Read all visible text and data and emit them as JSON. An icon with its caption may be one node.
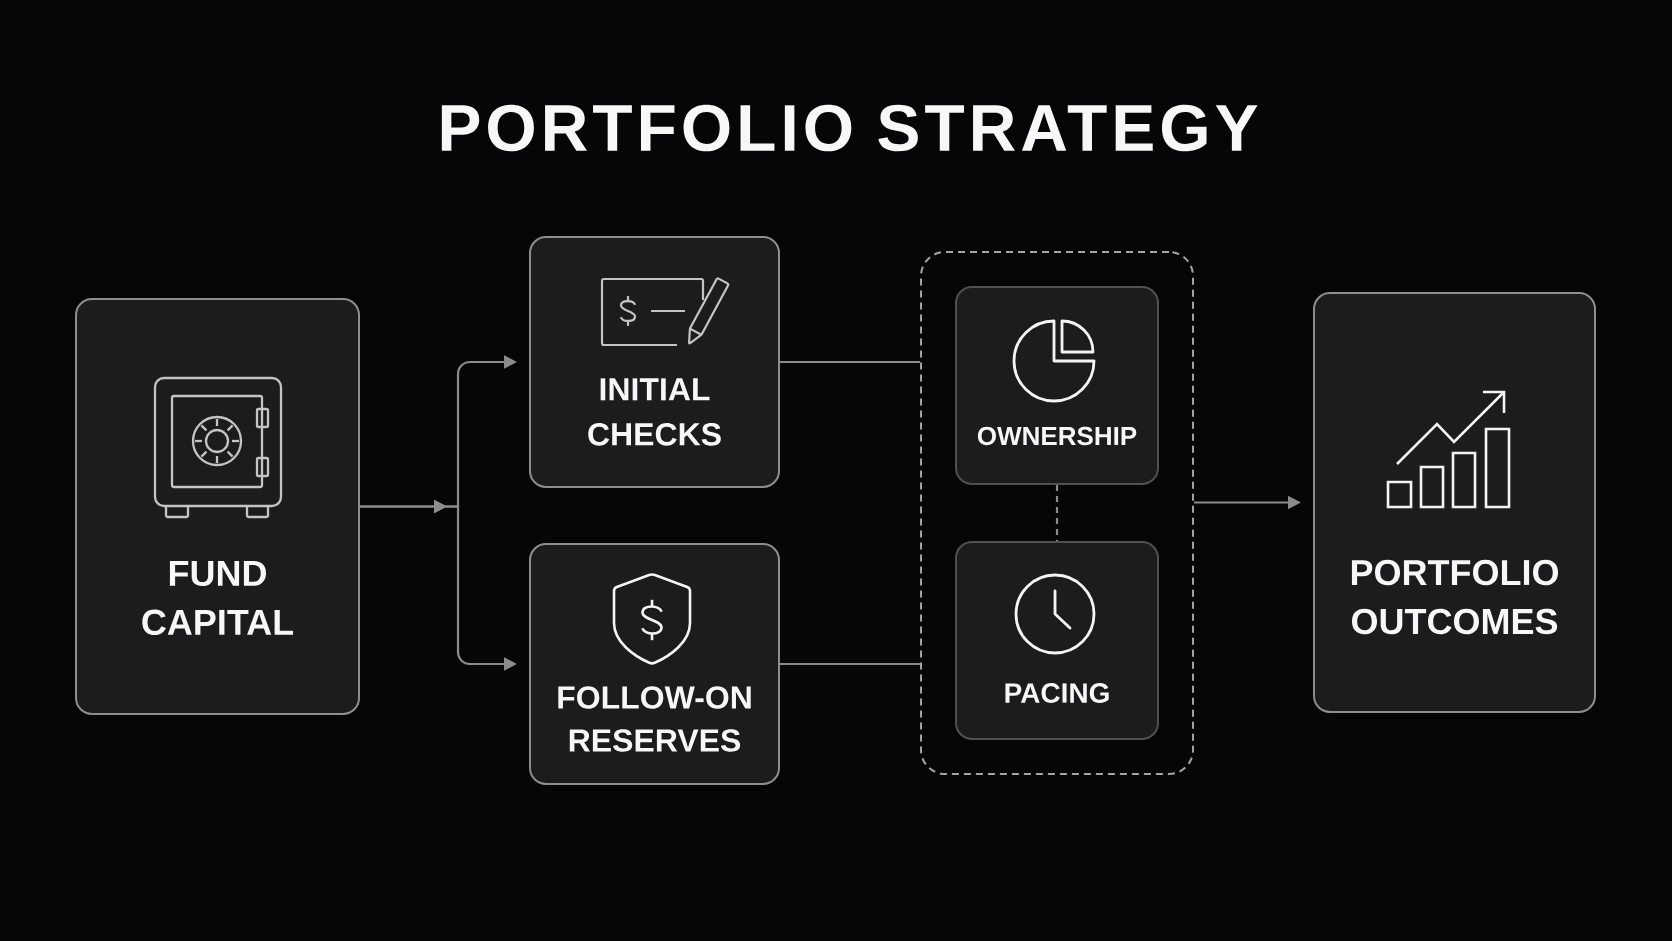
{
  "diagram": {
    "title": "PORTFOLIO STRATEGY",
    "nodes": [
      {
        "text": [
          "FUND CAPITAL"
        ]
      },
      {
        "text": [
          "INITIAL CHECKS"
        ]
      },
      {
        "text": [
          "FOLLOW-ON RESERVES"
        ]
      },
      {
        "text": [],
        "shape": "box"
      },
      {
        "text": [
          "OWNERSHIP"
        ],
        "in": 3
      },
      {
        "text": [
          "PACING"
        ],
        "in": 3
      },
      {
        "text": [
          "PORTFOLIO OUTCOMES"
        ]
      }
    ],
    "edges": [
      {
        "from": 0,
        "to": 1,
        "arrow": "to"
      },
      {
        "from": 0,
        "to": 2,
        "arrow": "to"
      },
      {
        "from": 1,
        "to": 3,
        "arrow": "none"
      },
      {
        "from": 2,
        "to": 3,
        "arrow": "none"
      },
      {
        "from": 4,
        "to": 5,
        "arrow": "none",
        "style": "dashed"
      },
      {
        "from": 3,
        "to": 6,
        "arrow": "to"
      }
    ]
  }
}
